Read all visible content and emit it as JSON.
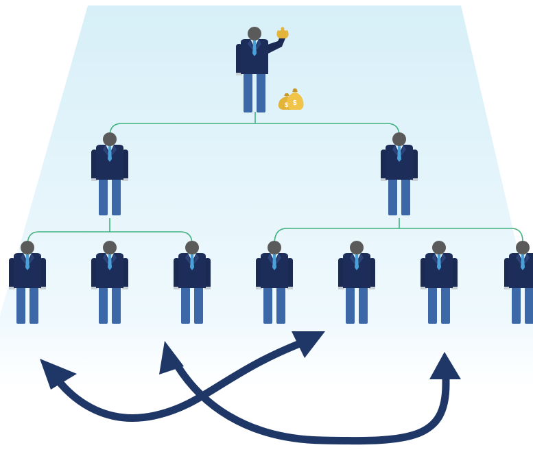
{
  "colors": {
    "backdrop_top": "#d7eff8",
    "backdrop_bottom": "#f4fbfe",
    "connector_line": "#3fb27f",
    "arrow": "#1f3766",
    "head": "#5a5a5a",
    "suit": "#1c2d5a",
    "suit_light": "#2c447a",
    "pants": "#3d68a8",
    "shirt": "#d6ecf7",
    "tie": "#4aa0d8",
    "money_bag": "#e3b43a"
  },
  "diagram": {
    "root": {
      "icon": "businessman-holding-money-bag-icon",
      "accessory": "money-bags-icon",
      "children": [
        {
          "icon": "businessman-icon",
          "children_count": 3
        },
        {
          "icon": "businessman-icon",
          "children_count": 4
        }
      ]
    },
    "levels": 3,
    "crossing_arrows": 2,
    "arrow_icon": "curved-arrow-icon"
  }
}
